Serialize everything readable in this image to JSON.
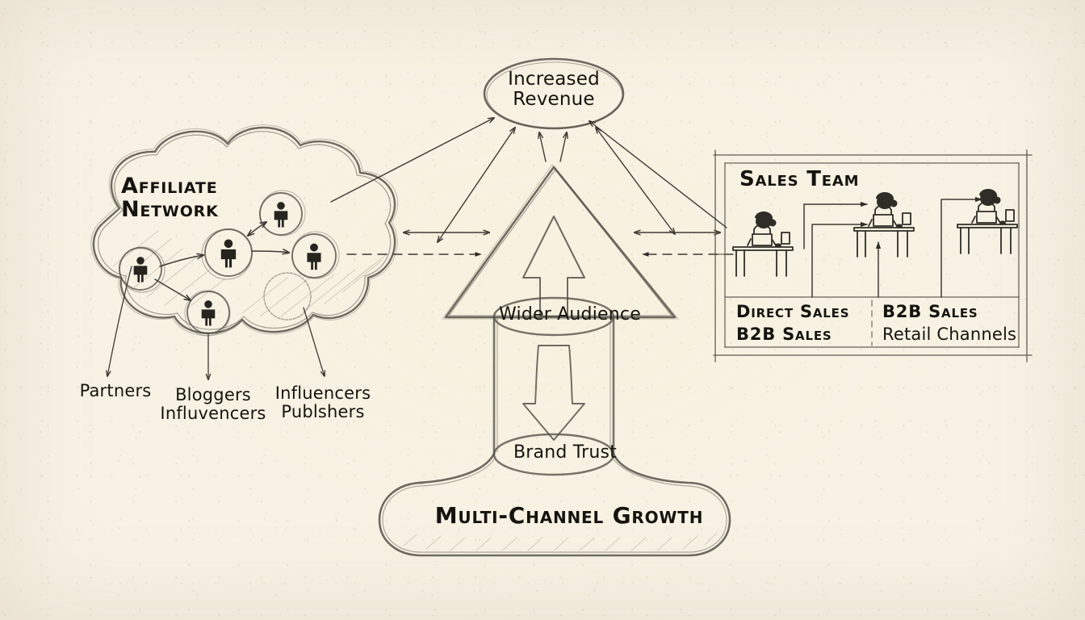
{
  "meta": {
    "title": "Multi-Channel Growth affiliate and sales sketch diagram",
    "background_color": "#f7f2e4",
    "ink_color": "#15140f",
    "sketch_line_color": "#55524a"
  },
  "cloud": {
    "title_line1": "Affiliate",
    "title_line2": "Network",
    "nodes": [
      {
        "name": "node-left",
        "icon": "person-icon"
      },
      {
        "name": "node-center",
        "icon": "person-icon"
      },
      {
        "name": "node-top",
        "icon": "person-icon"
      },
      {
        "name": "node-right",
        "icon": "person-icon"
      },
      {
        "name": "node-bottom",
        "icon": "person-icon"
      },
      {
        "name": "node-empty",
        "icon": "empty-circle-icon"
      }
    ],
    "callouts": [
      {
        "label": "Partners"
      },
      {
        "label_line1": "Bloggers",
        "label_line2": "Influvencers"
      },
      {
        "label_line1": "Influencers",
        "label_line2": "Publshers"
      }
    ]
  },
  "center": {
    "top_node_line1": "Increased",
    "top_node_line2": "Revenue",
    "middle_node": "Wider Audience",
    "lower_node": "Brand Trust",
    "base_label": "Multi-Channel Growth"
  },
  "sales_panel": {
    "title": "Sales Team",
    "workers": [
      {
        "name": "worker-left",
        "icon": "person-at-desk-icon"
      },
      {
        "name": "worker-center",
        "icon": "person-at-desk-icon"
      },
      {
        "name": "worker-right",
        "icon": "person-at-desk-icon"
      }
    ],
    "columns": [
      {
        "line1": "Direct Sales",
        "line2": "B2B Sales"
      },
      {
        "line1": "B2B Sales",
        "line2": "Retail Channels"
      }
    ]
  },
  "connectors": [
    {
      "name": "cloud-to-revenue-arrow",
      "style": "solid",
      "direction": "up-right"
    },
    {
      "name": "cloud-to-pyramid-double-arrow",
      "style": "solid",
      "direction": "both"
    },
    {
      "name": "cloud-to-pyramid-dashed-arrow",
      "style": "dashed",
      "direction": "right"
    },
    {
      "name": "pyramid-to-sales-double-arrow",
      "style": "solid",
      "direction": "both"
    },
    {
      "name": "sales-to-pyramid-dashed-arrow",
      "style": "dashed",
      "direction": "left"
    },
    {
      "name": "pyramid-left-to-revenue-arrow",
      "style": "solid",
      "direction": "both"
    },
    {
      "name": "pyramid-right-to-revenue-arrow",
      "style": "solid",
      "direction": "both"
    },
    {
      "name": "pyramid-apex-to-revenue-arrow",
      "style": "solid",
      "direction": "up"
    },
    {
      "name": "sales-to-revenue-arrow",
      "style": "solid",
      "direction": "up-left"
    }
  ]
}
